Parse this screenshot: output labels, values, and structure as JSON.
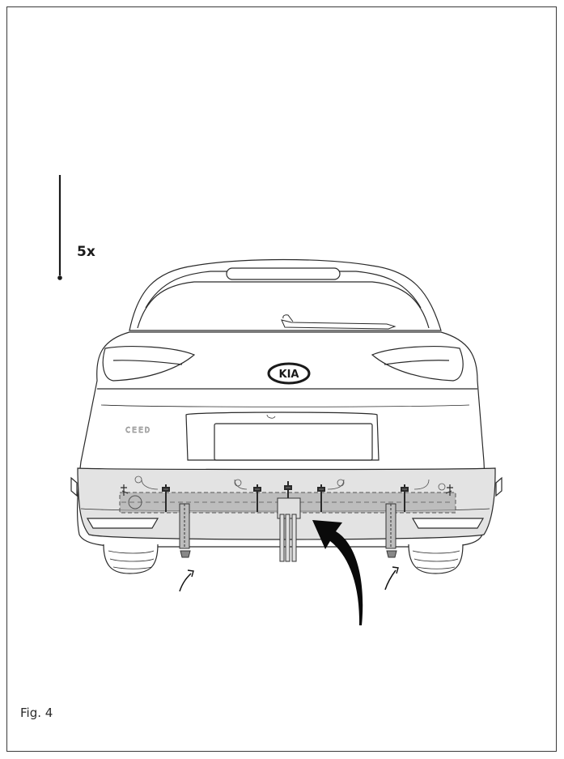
{
  "figure": {
    "label": "Fig. 4",
    "quantity_label": "5x"
  },
  "vehicle": {
    "brand_logo": "KIA",
    "badge": "CEED"
  },
  "colors": {
    "line": "#2a2a2a",
    "car_fill": "#ffffff",
    "bumper_fill": "#e3e3e3",
    "tow_bar_fill": "#a9a9a9",
    "arrow_fill": "#0a0a0a"
  },
  "icons": [
    "cable-tie-icon",
    "arrow-icon"
  ]
}
